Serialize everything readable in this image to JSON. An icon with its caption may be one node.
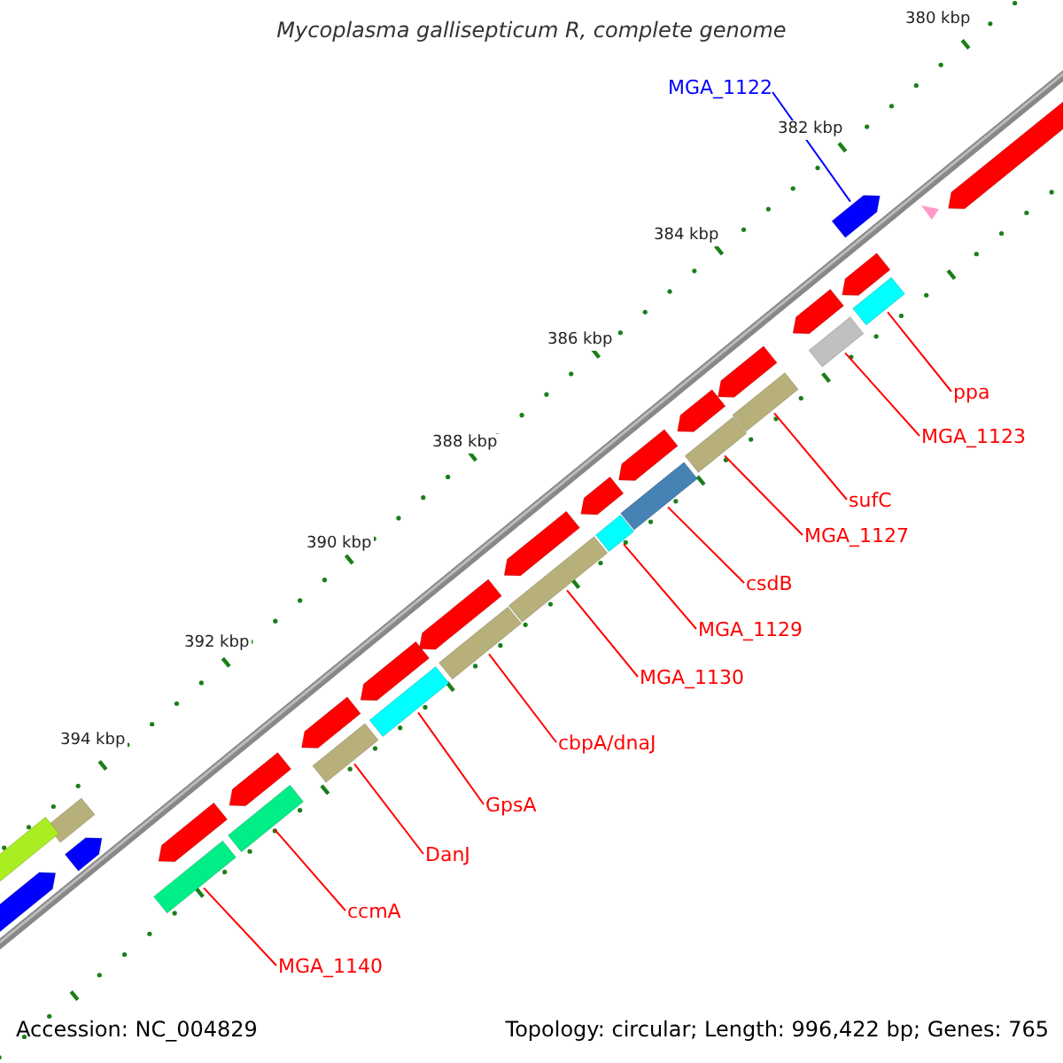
{
  "diagram": {
    "title": "Mycoplasma gallisepticum R, complete genome",
    "nodes": [
      {
        "text": [
          "MGA_1122"
        ]
      },
      {
        "text": [
          "ppa"
        ]
      },
      {
        "text": [
          "MGA_1123"
        ]
      },
      {
        "text": [
          "sufC"
        ]
      },
      {
        "text": [
          "MGA_1127"
        ]
      },
      {
        "text": [
          "csdB"
        ]
      },
      {
        "text": [
          "MGA_1129"
        ]
      },
      {
        "text": [
          "MGA_1130"
        ]
      },
      {
        "text": [
          "cbpA/dnaJ"
        ]
      },
      {
        "text": [
          "GpsA"
        ]
      },
      {
        "text": [
          "DanJ"
        ]
      },
      {
        "text": [
          "ccmA"
        ]
      },
      {
        "text": [
          "MGA_1140"
        ]
      },
      {
        "text": [],
        "shape": "bar"
      },
      {
        "text": [],
        "shape": "bar"
      },
      {
        "text": [],
        "shape": "bar"
      },
      {
        "text": [],
        "shape": "bar"
      },
      {
        "text": [],
        "shape": "bar"
      },
      {
        "text": [],
        "shape": "bar"
      },
      {
        "text": [],
        "shape": "bar"
      },
      {
        "text": [],
        "shape": "bar"
      },
      {
        "text": [],
        "shape": "bar"
      },
      {
        "text": [],
        "shape": "bar"
      },
      {
        "text": [],
        "shape": "bar"
      },
      {
        "text": [],
        "shape": "bar"
      },
      {
        "text": [],
        "shape": "bar"
      }
    ],
    "edges": [
      {
        "from": 0,
        "to": 13,
        "arrow": "none",
        "color": "#0000ff"
      },
      {
        "from": 1,
        "to": 14,
        "arrow": "none"
      },
      {
        "from": 2,
        "to": 15,
        "arrow": "none"
      },
      {
        "from": 3,
        "to": 16,
        "arrow": "none"
      },
      {
        "from": 4,
        "to": 17,
        "arrow": "none"
      },
      {
        "from": 5,
        "to": 18,
        "arrow": "none"
      },
      {
        "from": 6,
        "to": 19,
        "arrow": "none"
      },
      {
        "from": 7,
        "to": 20,
        "arrow": "none"
      },
      {
        "from": 8,
        "to": 21,
        "arrow": "none"
      },
      {
        "from": 9,
        "to": 22,
        "arrow": "none"
      },
      {
        "from": 10,
        "to": 23,
        "arrow": "none"
      },
      {
        "from": 11,
        "to": 24,
        "arrow": "none"
      },
      {
        "from": 12,
        "to": 25,
        "arrow": "none"
      }
    ],
    "labels": [
      "380 kbp",
      "382 kbp",
      "384 kbp",
      "386 kbp",
      "388 kbp",
      "390 kbp",
      "392 kbp",
      "394 kbp",
      "Accession: NC_004829",
      "Topology: circular; Length: 996,422 bp; Genes: 765"
    ]
  }
}
